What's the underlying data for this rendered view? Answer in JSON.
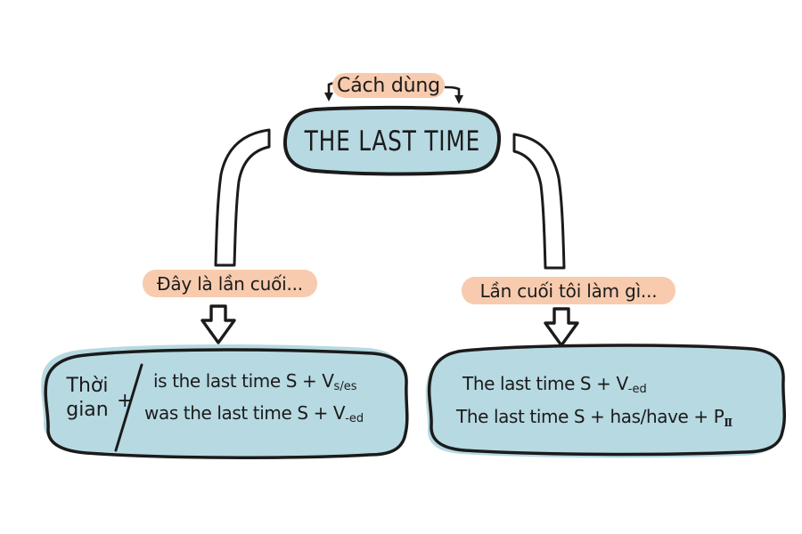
{
  "diagram": {
    "usage_label": "Cách dùng",
    "main_node": "THE LAST TIME",
    "left": {
      "branch_label": "Đây là lần cuối...",
      "time_word_line1": "Thời",
      "time_word_line2": "gian",
      "plus_sign": "+",
      "formula1_main": "is the last time S + V",
      "formula1_sub": "s/es",
      "formula2_main": "was the last time S + V",
      "formula2_sub": "-ed"
    },
    "right": {
      "branch_label": "Lần cuối tôi làm gì...",
      "formula1_main": "The last time S + V",
      "formula1_sub": "-ed",
      "formula2_main": "The last time S + has/have + P",
      "formula2_sub": "II"
    },
    "colors": {
      "node_fill": "#b7d9e2",
      "highlight": "#f8cbae",
      "ink": "#1b1b1b",
      "connector_fill": "#ffffff"
    }
  }
}
